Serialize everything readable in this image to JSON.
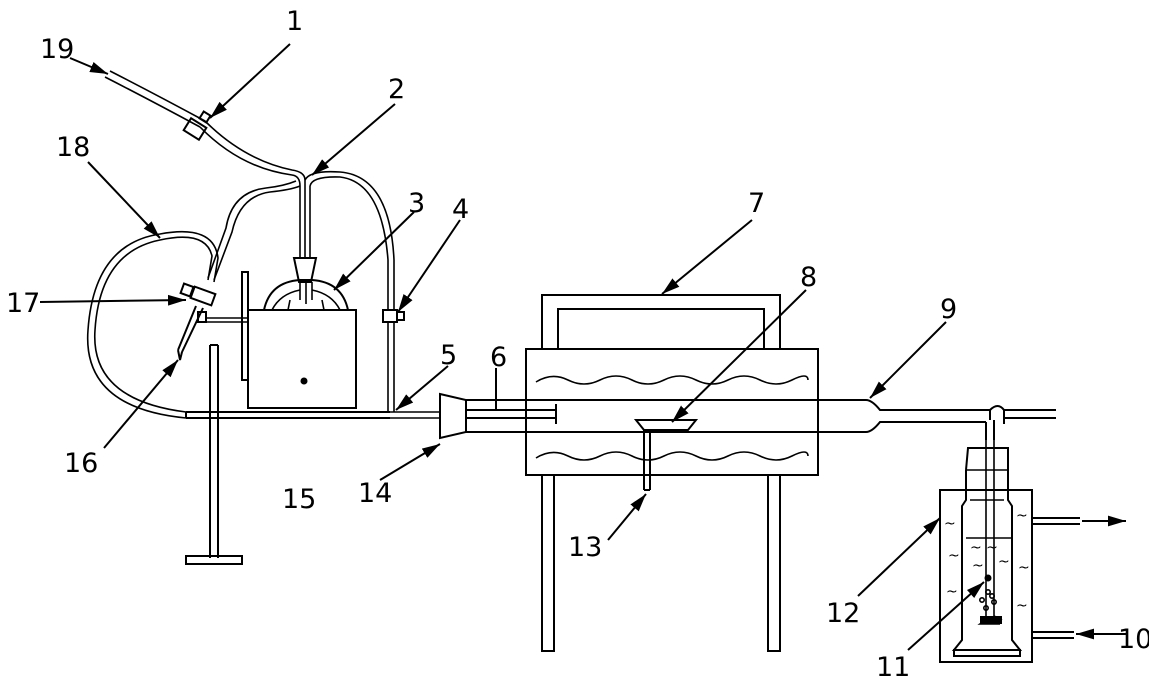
{
  "labels": [
    "1",
    "2",
    "3",
    "4",
    "5",
    "6",
    "7",
    "8",
    "9",
    "10",
    "11",
    "12",
    "13",
    "14",
    "15",
    "16",
    "17",
    "18",
    "19"
  ]
}
